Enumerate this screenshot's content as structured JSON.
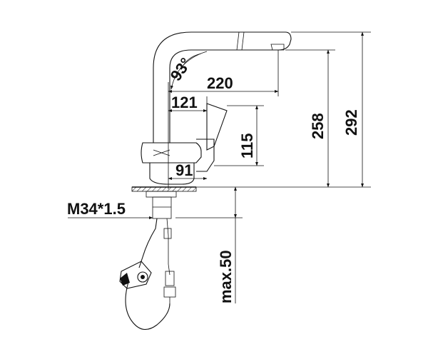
{
  "drawing": {
    "dimensions": {
      "angle": "93°",
      "reach": "220",
      "spout_to_lever": "121",
      "lever_height": "115",
      "total_height": "292",
      "outlet_height": "258",
      "base_to_lever": "91",
      "thread": "M34*1.5",
      "max_thickness": "max.50"
    }
  }
}
